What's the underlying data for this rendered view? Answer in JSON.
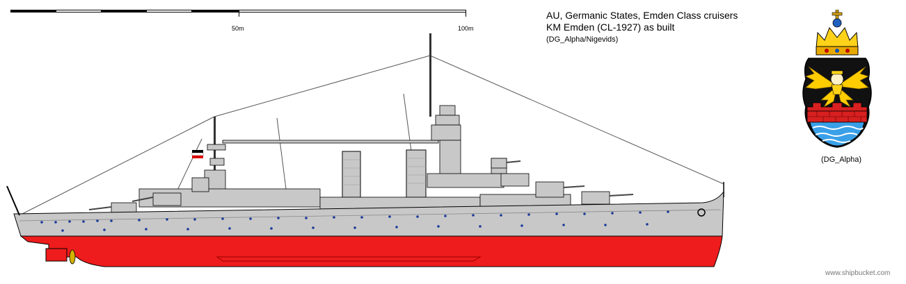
{
  "scale": {
    "label_mid": "50m",
    "label_end": "100m"
  },
  "title": {
    "line1": "AU, Germanic States, Emden Class cruisers",
    "line2": "KM Emden (CL-1927) as built",
    "line3": "(DG_Alpha/Nigevids)"
  },
  "emblem": {
    "credit": "(DG_Alpha)"
  },
  "watermark": "www.shipbucket.com",
  "colors": {
    "hull_upper": "#c8c8c8",
    "hull_lower": "#ee1c1c",
    "portholes": "#1a3a9a",
    "outline": "#000000"
  }
}
